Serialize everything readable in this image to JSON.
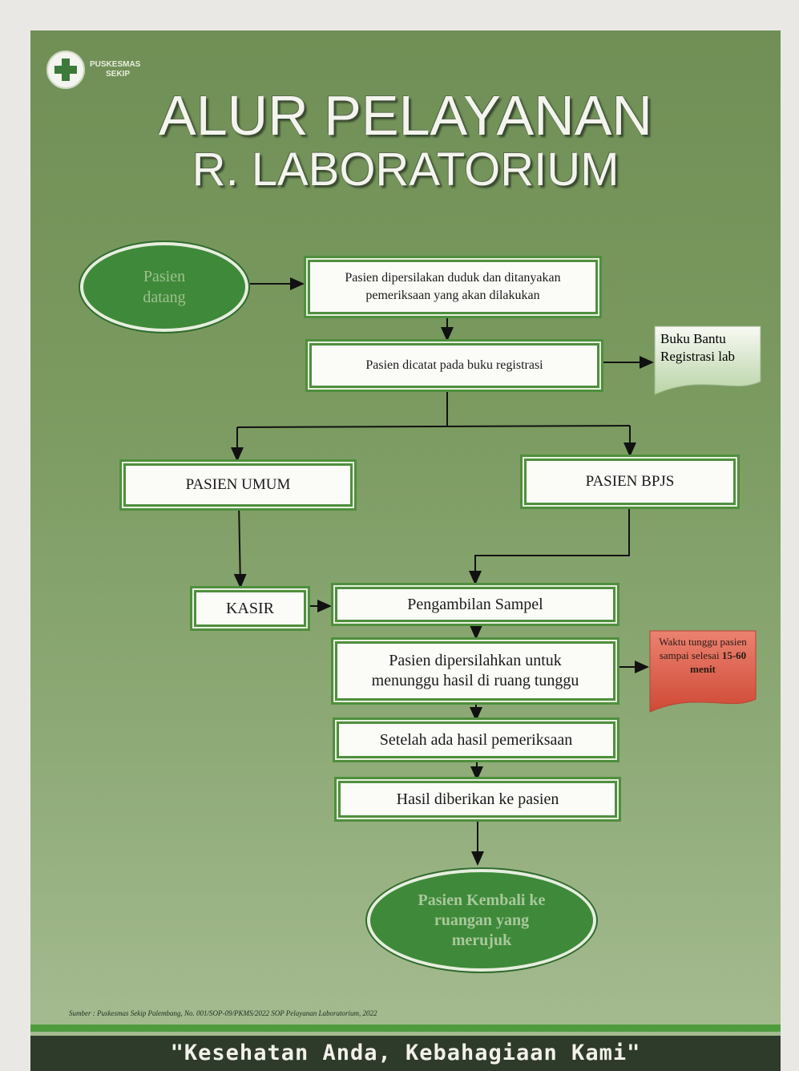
{
  "logo": {
    "org": "PUSKESMAS",
    "place": "SEKIP"
  },
  "title": {
    "line1": "ALUR PELAYANAN",
    "line2": "R. LABORATORIUM"
  },
  "nodes": {
    "start": "Pasien datang",
    "step1": "Pasien dipersilakan duduk dan ditanyakan pemeriksaan yang akan dilakukan",
    "step2": "Pasien dicatat pada buku registrasi",
    "doc_registrasi": "Buku Bantu Registrasi lab",
    "umum": "PASIEN UMUM",
    "bpjs": "PASIEN BPJS",
    "kasir": "KASIR",
    "sampel": "Pengambilan Sampel",
    "tunggu": "Pasien dipersilahkan untuk menunggu hasil di ruang tunggu",
    "waktu_prefix": "Waktu tunggu pasien sampai selesai",
    "waktu_bold": "15-60 menit",
    "hasil_ada": "Setelah ada hasil pemeriksaan",
    "hasil_diberikan": "Hasil diberikan ke pasien",
    "end": "Pasien Kembali ke ruangan yang merujuk"
  },
  "source": "Sumber : Puskesmas Sekip Palembang, No. 001/SOP-09/PKMS/2022 SOP Pelayanan Laboratorium, 2022",
  "footer": {
    "slogan": "\"Kesehatan Anda, Kebahagiaan Kami\""
  },
  "colors": {
    "green_dark": "#3f8a3a",
    "box_border": "#4f8f3d",
    "warning": "#d85a45",
    "doc_fill": "#e6eede"
  }
}
